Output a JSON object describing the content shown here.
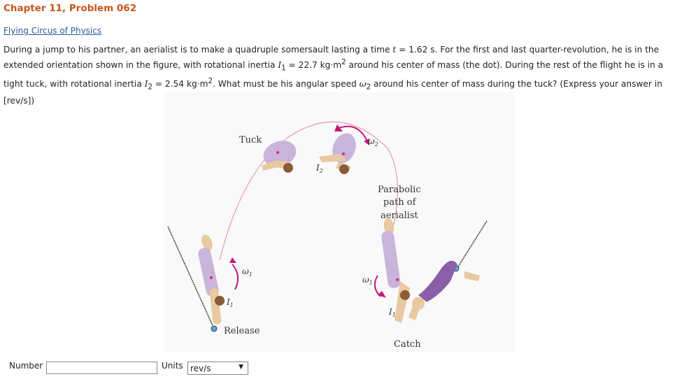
{
  "header": {
    "chapter": "Chapter 11, Problem 062"
  },
  "source_link": "Flying Circus of Physics",
  "problem": {
    "p1": "During a jump to his partner, an aerialist is to make a quadruple somersault lasting a time ",
    "t_sym": "t",
    "p2": " = 1.62 s. For the first and last quarter-revolution, he is in the extended orientation shown in the figure, with rotational inertia ",
    "i1_sym": "I",
    "i1_sub": "1",
    "p3": " = 22.7 kg·m",
    "sq1": "2",
    "p4": " around his center of mass (the dot). During the rest of the flight he is in a tight tuck, with rotational inertia ",
    "i2_sym": "I",
    "i2_sub": "2",
    "p5": " = 2.54 kg·m",
    "sq2": "2",
    "p6": ". What must be his angular speed ",
    "w2_sym": "ω",
    "w2_sub": "2",
    "p7": " around his center of mass during the tuck? (Express your answer in [rev/s])"
  },
  "figure": {
    "tuck": "Tuck",
    "i2": "I",
    "i2_sub": "2",
    "omega2": "ω",
    "omega2_sub": "2",
    "path_line1": "Parabolic",
    "path_line2": "path of",
    "path_line3": "aerialist",
    "omega1_left": "ω",
    "omega1_left_sub": "1",
    "omega1_right": "ω",
    "omega1_right_sub": "1",
    "i1_left": "I",
    "i1_left_sub": "1",
    "i1_right": "I",
    "i1_right_sub": "1",
    "release": "Release",
    "catch": "Catch"
  },
  "answer": {
    "number_label": "Number",
    "number_value": "",
    "units_label": "Units",
    "units_selected": "rev/s"
  },
  "colors": {
    "chapter": "#c8561f",
    "link": "#2a5b9e",
    "body_light": "#c9b4db",
    "body_dark": "#8a5fa8",
    "arrow": "#c2187a",
    "path": "#e58aa5"
  }
}
